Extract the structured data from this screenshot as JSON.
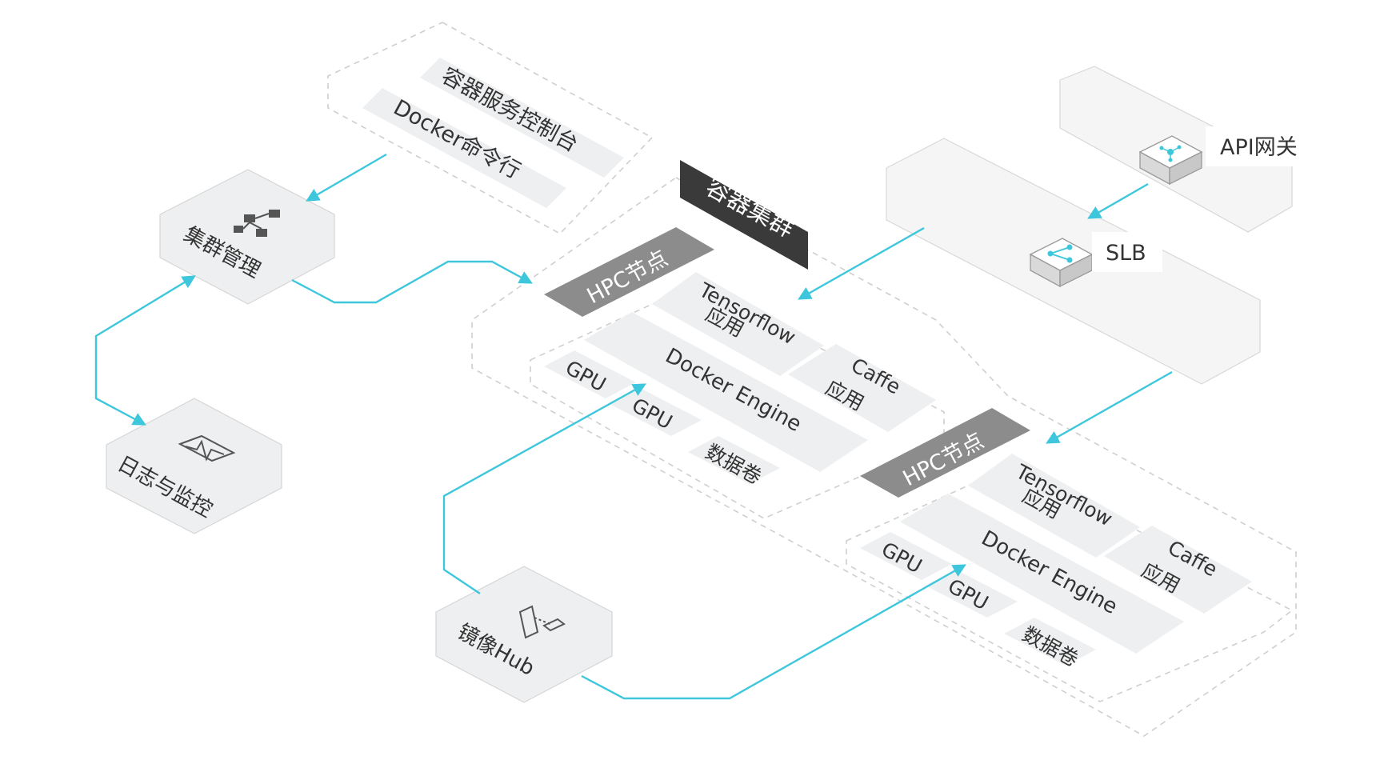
{
  "console": {
    "service_console": "容器服务控制台",
    "docker_cli": "Docker命令行"
  },
  "cluster": {
    "title": "容器集群"
  },
  "nodes": [
    {
      "title": "HPC节点",
      "tensorflow": "Tensorflow",
      "tensorflow_sub": "应用",
      "caffe": "Caffe",
      "caffe_sub": "应用",
      "engine": "Docker Engine",
      "gpu1": "GPU",
      "gpu2": "GPU",
      "volume": "数据卷"
    },
    {
      "title": "HPC节点",
      "tensorflow": "Tensorflow",
      "tensorflow_sub": "应用",
      "caffe": "Caffe",
      "caffe_sub": "应用",
      "engine": "Docker Engine",
      "gpu1": "GPU",
      "gpu2": "GPU",
      "volume": "数据卷"
    }
  ],
  "left": {
    "cluster_mgmt": "集群管理",
    "log_monitor": "日志与监控",
    "image_hub": "镜像Hub"
  },
  "right": {
    "api_gateway": "API网关",
    "slb": "SLB"
  },
  "colors": {
    "arrow": "#3ec7dc",
    "dark_label": "#3a3a3a",
    "node_label": "#8c8c8c",
    "panel": "#eeeff0"
  },
  "icons": [
    "org-chart-icon",
    "monitor-wave-icon",
    "image-frame-icon",
    "api-gateway-icon",
    "slb-icon"
  ]
}
